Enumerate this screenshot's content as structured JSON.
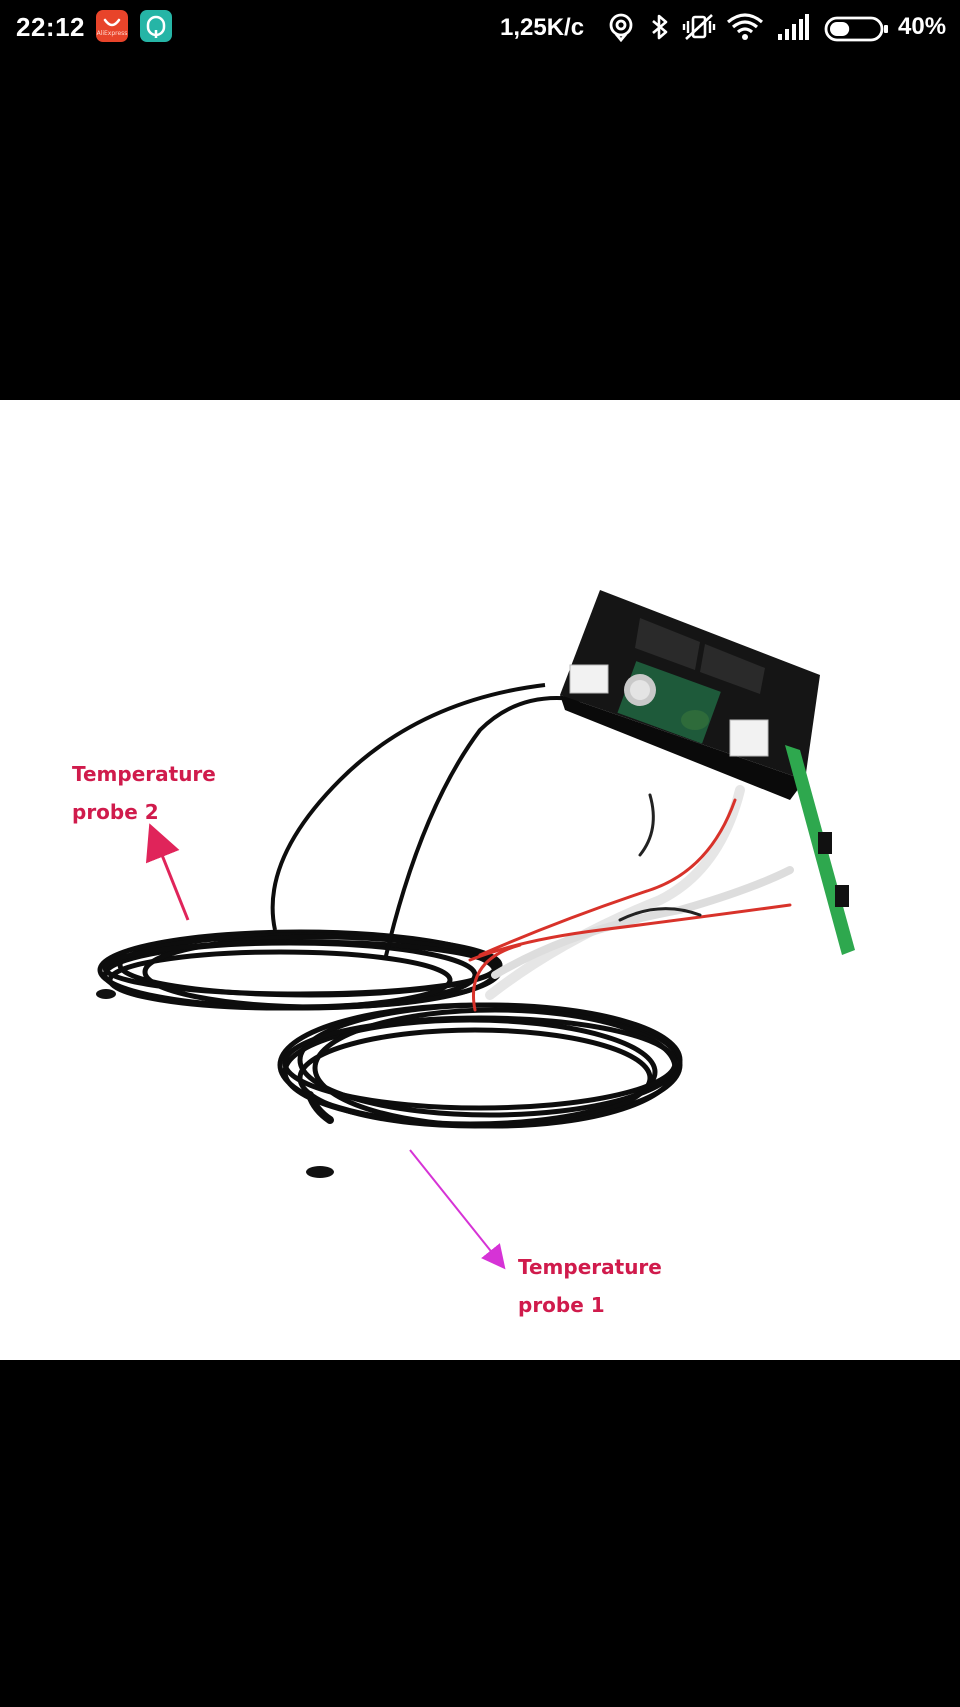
{
  "status_bar": {
    "time": "22:12",
    "network_speed": "1,25K/c",
    "battery_percent": "40%",
    "battery_level": 0.4,
    "notification_icons": [
      "aliexpress-app-icon",
      "q-app-icon"
    ],
    "system_icons": [
      "hotspot-icon",
      "bluetooth-icon",
      "vibrate-off-icon",
      "wifi-icon",
      "signal-icon",
      "battery-icon"
    ],
    "aliexpress_icon_text": "AliExpress"
  },
  "image_viewer": {
    "background": "#ffffff",
    "annotations": {
      "probe_2": {
        "line1": "Temperature",
        "line2": "probe 2",
        "color": "#d01b4c",
        "arrow_color": "#e0245a"
      },
      "probe_1": {
        "line1": "Temperature",
        "line2": "probe 1",
        "color": "#d01b4c",
        "arrow_color": "#d633d6"
      }
    }
  }
}
